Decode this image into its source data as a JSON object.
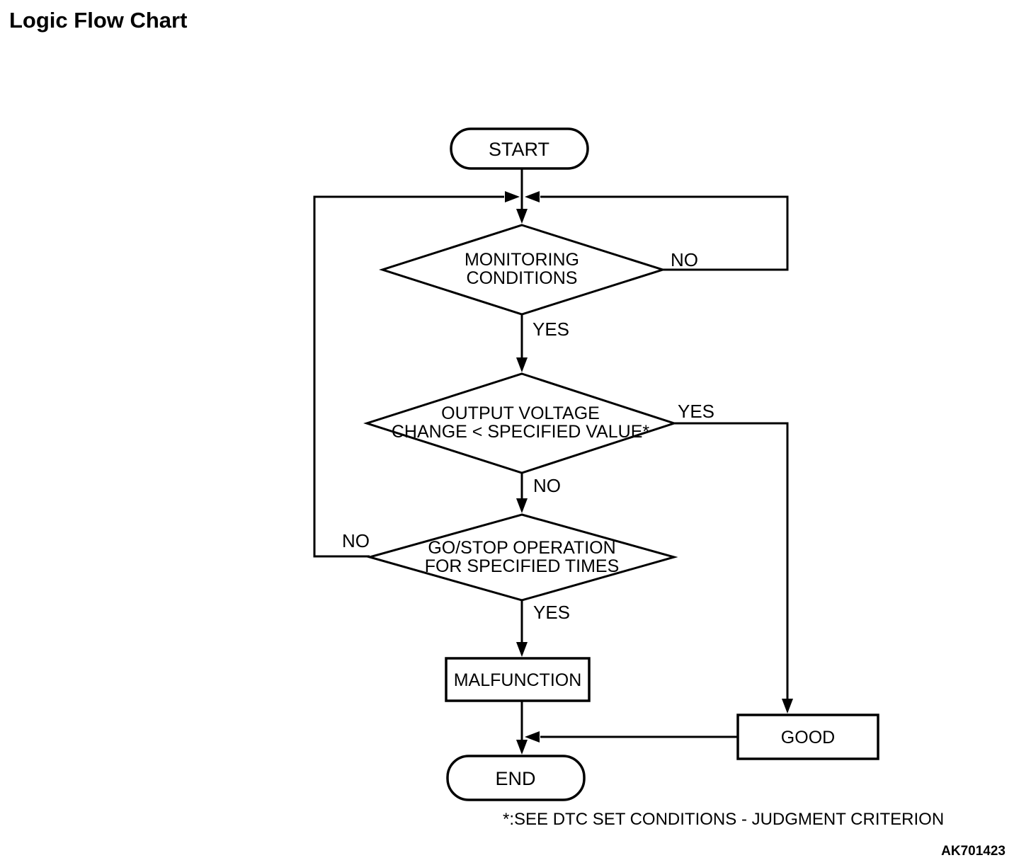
{
  "page": {
    "title": "Logic Flow Chart",
    "footnote": "*:SEE DTC SET CONDITIONS - JUDGMENT CRITERION",
    "figure_code": "AK701423"
  },
  "colors": {
    "ink": "#000000",
    "background": "#ffffff"
  },
  "nodes": {
    "start": {
      "label": "START"
    },
    "monitoring": {
      "line1": "MONITORING",
      "line2": "CONDITIONS"
    },
    "output_voltage": {
      "line1": "OUTPUT VOLTAGE",
      "line2": "CHANGE < SPECIFIED VALUE*"
    },
    "go_stop": {
      "line1": "GO/STOP OPERATION",
      "line2": "FOR SPECIFIED TIMES"
    },
    "malfunction": {
      "label": "MALFUNCTION"
    },
    "good": {
      "label": "GOOD"
    },
    "end": {
      "label": "END"
    }
  },
  "edge_labels": {
    "monitoring_no": "NO",
    "monitoring_yes": "YES",
    "output_voltage_yes": "YES",
    "output_voltage_no": "NO",
    "go_stop_no": "NO",
    "go_stop_yes": "YES"
  }
}
